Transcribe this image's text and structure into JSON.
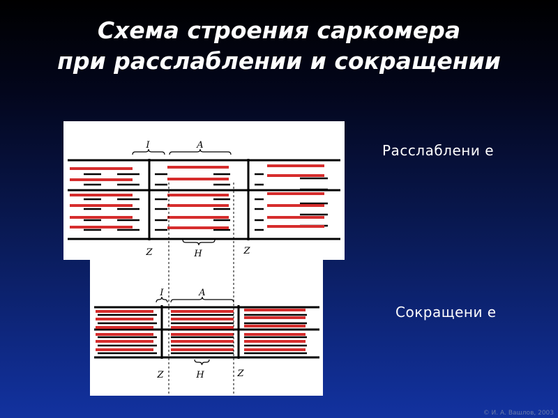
{
  "title": {
    "line1": "Схема строения саркомера",
    "line2": "при расслаблении и сокращении"
  },
  "states": {
    "relaxation": "Расслаблени е",
    "contraction": "Сокращени е"
  },
  "diagram_labels": {
    "i_band": "I",
    "a_band": "A",
    "h_zone": "H",
    "z_line": "Z"
  },
  "colors": {
    "actin": "#000000",
    "myosin": "#d62d2d",
    "background_top": "#000000",
    "background_bottom": "#1232a0"
  },
  "copyright": "© И. А. Вашлов, 2003"
}
